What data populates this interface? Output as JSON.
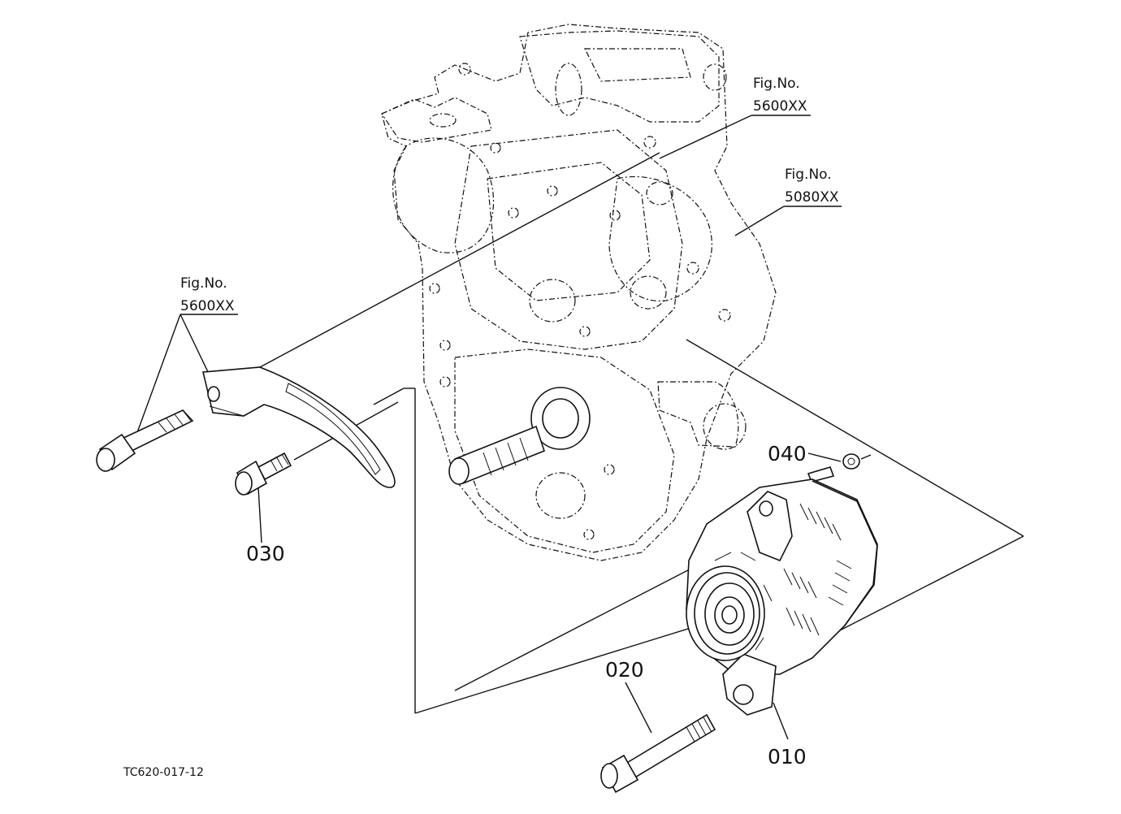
{
  "fig_refs": [
    {
      "label": "Fig.No.",
      "number": "5600XX"
    },
    {
      "label": "Fig.No.",
      "number": "5080XX"
    },
    {
      "label": "Fig.No.",
      "number": "5600XX"
    }
  ],
  "parts": [
    {
      "number": "040"
    },
    {
      "number": "030"
    },
    {
      "number": "020"
    },
    {
      "number": "010"
    }
  ],
  "drawing_code": "TC620-017-12"
}
